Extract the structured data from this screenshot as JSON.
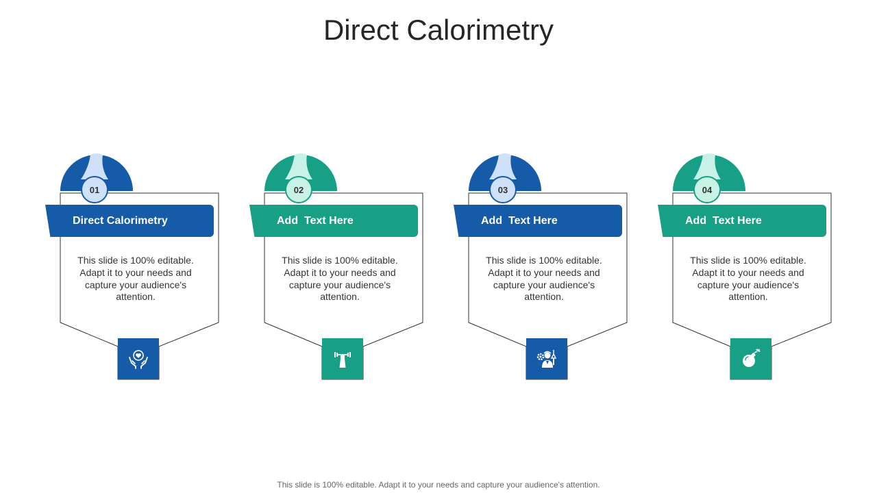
{
  "title": "Direct Calorimetry",
  "footer": "This slide is 100% editable. Adapt it to your needs and capture your audience's attention.",
  "colors": {
    "blue": "#155BA8",
    "blue_light": "#CFE1F8",
    "teal": "#17A085",
    "teal_light": "#C9F2E7",
    "outline": "#333333"
  },
  "cards": [
    {
      "number": "01",
      "heading": "Direct Calorimetry",
      "text": "This slide is 100% editable. Adapt it to your needs and capture your audience's attention.",
      "theme": "blue",
      "icon": "hands-heart-icon"
    },
    {
      "number": "02",
      "heading": "Add  Text Here",
      "text": "This slide is 100% editable. Adapt it to your needs and capture your audience's attention.",
      "theme": "teal",
      "icon": "weightlifting-icon"
    },
    {
      "number": "03",
      "heading": "Add  Text Here",
      "text": "This slide is 100% editable. Adapt it to your needs and capture your audience's attention.",
      "theme": "blue",
      "icon": "scientist-icon"
    },
    {
      "number": "04",
      "heading": "Add  Text Here",
      "text": "This slide is 100% editable. Adapt it to your needs and capture your audience's attention.",
      "theme": "teal",
      "icon": "bomb-icon"
    }
  ]
}
